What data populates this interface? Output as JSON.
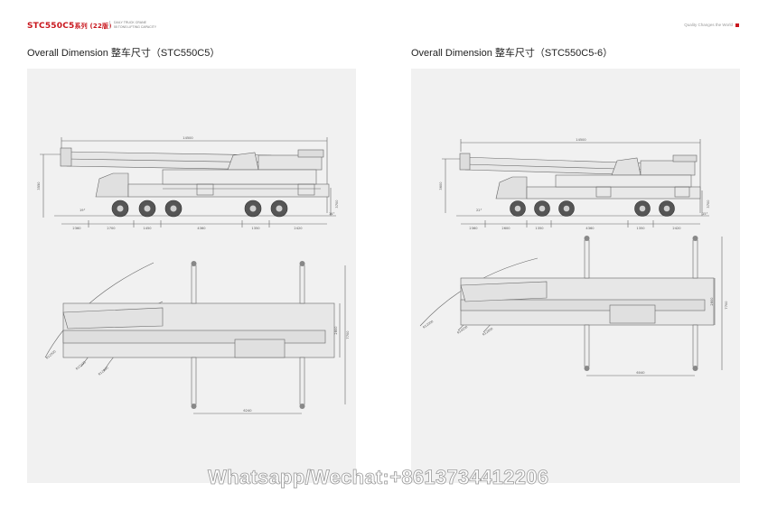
{
  "header": {
    "brand": "STC550C5",
    "series": "系列 (22版)",
    "brand_sub_line1": "DAILY TRUCK CRANE",
    "brand_sub_line2": "55 TONS LIFTING CAPACITY",
    "slogan": "Quality Changes the World",
    "accent_color": "#c8161d"
  },
  "panels": [
    {
      "title": "Overall Dimension 整车尺寸（STC550C5）",
      "side_view": {
        "overall_length": "14500",
        "overall_height": "3550",
        "left_angle": "19°",
        "right_angle": "14°",
        "right_height": "3700",
        "segments": [
          "2360",
          "2700",
          "1450",
          "4360",
          "1350",
          "2420"
        ]
      },
      "top_view": {
        "width": "2800",
        "outrigger_span": "6240",
        "outrigger_width": "7700",
        "radii": [
          "R12000",
          "R10200",
          "R12800"
        ]
      }
    },
    {
      "title": "Overall Dimension 整车尺寸（STC550C5-6）",
      "side_view": {
        "overall_length": "14500",
        "overall_height": "3600",
        "left_angle": "22°",
        "right_angle": "15°",
        "right_height": "3700",
        "segments": [
          "2360",
          "2600",
          "1350",
          "4360",
          "1350",
          "2420"
        ]
      },
      "top_view": {
        "width": "2800",
        "outrigger_span": "6040",
        "outrigger_width": "7700",
        "radii": [
          "R12000",
          "R10200",
          "R12800"
        ]
      }
    }
  ],
  "watermark": "Whatsapp/Wechat:+8613734412206"
}
